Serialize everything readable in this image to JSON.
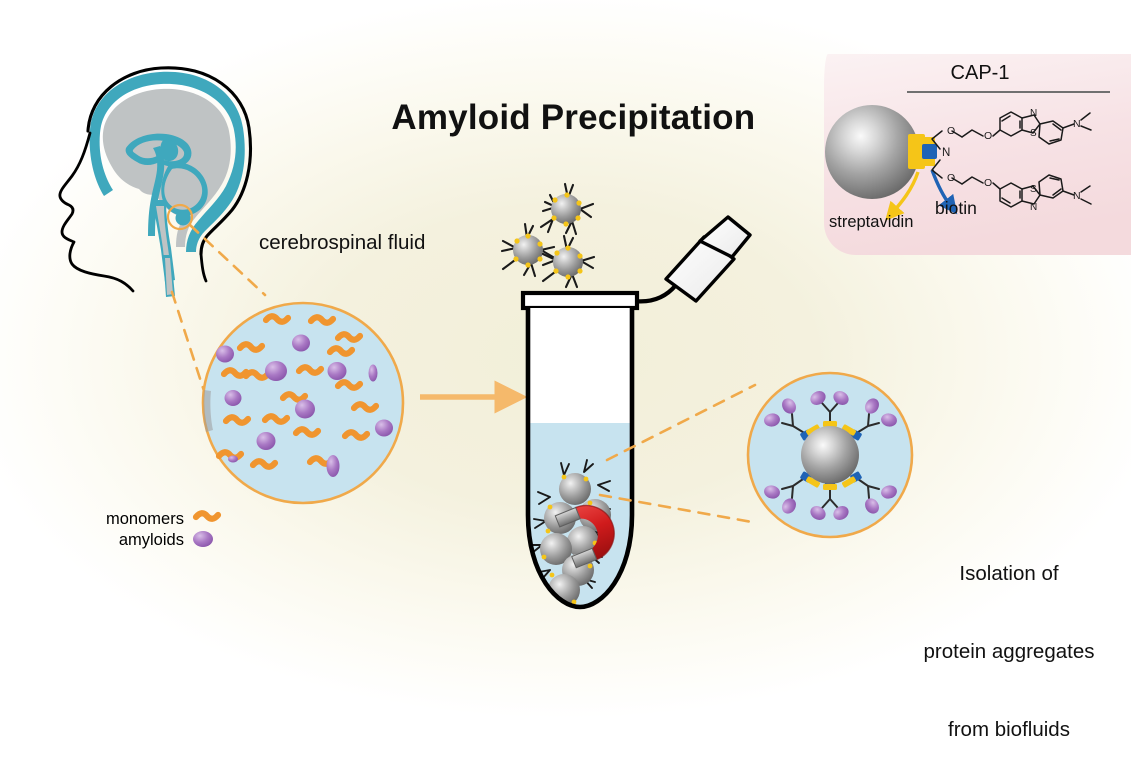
{
  "figure": {
    "title": "Amyloid Precipitation",
    "domain": "scientific-schematic"
  },
  "labels": {
    "csf": "cerebrospinal fluid",
    "cap1": "CAP-1",
    "streptavidin": "streptavidin",
    "biotin": "biotin",
    "right_caption_line1": "Isolation of",
    "right_caption_line2": "protein aggregates",
    "right_caption_line3": "from biofluids"
  },
  "legend": {
    "items": [
      {
        "label": "monomers",
        "glyph": "orange-squiggle",
        "color": "#f0952f"
      },
      {
        "label": "amyloids",
        "glyph": "purple-ellipse",
        "color": "#9c67b8"
      }
    ]
  },
  "colors": {
    "background_glow": "#f2efd9",
    "page": "#ffffff",
    "csf_fluid": "#c7e3ef",
    "csf_outline": "#f0a94a",
    "brain_tissue": "#bfc3c4",
    "brain_csf_teal": "#3fa8bd",
    "head_outline": "#000000",
    "monomer_orange": "#f0952f",
    "amyloid_purple": "#9c67b8",
    "arrow_orange": "#f5b96b",
    "dashed_orange": "#f0a94a",
    "bead_gray_light": "#e8e8e8",
    "bead_gray_dark": "#6f6f6f",
    "streptavidin_yellow": "#f5c518",
    "biotin_blue": "#1f63b5",
    "magnet_red": "#d41f20",
    "magnet_tip": "#a8a8a8",
    "cap1_panel": "#f7e4e6",
    "cap1_rule": "#707070",
    "tube_liquid": "#c7e3ef",
    "tube_outline": "#000000",
    "cap_white": "#fdfdfd",
    "arrow_yellow": "#f5c518",
    "arrow_blue": "#1f63b5",
    "chem_bond": "#1a1a1a"
  },
  "chemistry": {
    "molecule_name": "CAP-1",
    "atom_labels": [
      "N",
      "S",
      "O",
      "N",
      "N",
      "S",
      "O",
      "N"
    ],
    "description": "bivalent benzothiazole PEG-linked biotin conjugate"
  },
  "panels": {
    "head": {
      "name": "sagittal head with brain and CSF"
    },
    "csf_circle": {
      "name": "cerebrospinal fluid magnified circle",
      "monomer_count": 18,
      "amyloid_count": 13
    },
    "tube": {
      "name": "microcentrifuge tube with magnet",
      "bead_count": 8
    },
    "zoom_circle": {
      "name": "bead with captured aggregates",
      "probe_count": 6
    },
    "cap1_inset": {
      "name": "CAP-1 probe structure inset"
    }
  }
}
